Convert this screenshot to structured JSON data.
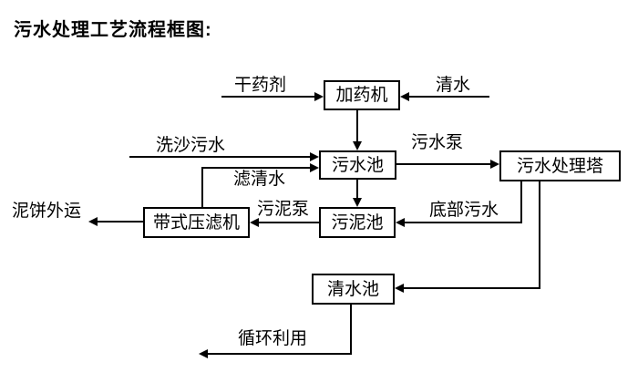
{
  "title": "污水处理工艺流程框图:",
  "colors": {
    "background": "#ffffff",
    "line": "#000000",
    "text": "#000000"
  },
  "diagram": {
    "type": "flowchart",
    "nodes": {
      "dosing_machine": "加药机",
      "sewage_pool": "污水池",
      "treatment_tower": "污水处理塔",
      "sludge_pool": "污泥池",
      "belt_filter_press": "带式压滤机",
      "clean_water_pool": "清水池"
    },
    "labels": {
      "dry_agent": "干药剂",
      "clean_water": "清水",
      "sand_washing_sewage": "洗沙污水",
      "filtered_water": "滤清水",
      "sewage_pump": "污水泵",
      "sludge_pump": "污泥泵",
      "bottom_sewage": "底部污水",
      "mud_cake_out": "泥饼外运",
      "recycling": "循环利用"
    },
    "edges": [
      {
        "from": "干药剂",
        "to": "加药机",
        "label": ""
      },
      {
        "from": "清水",
        "to": "加药机",
        "label": ""
      },
      {
        "from": "加药机",
        "to": "污水池",
        "label": ""
      },
      {
        "from": "洗沙污水",
        "to": "污水池",
        "label": ""
      },
      {
        "from": "带式压滤机",
        "to": "污水池",
        "label": "滤清水"
      },
      {
        "from": "污水池",
        "to": "污水处理塔",
        "label": "污水泵"
      },
      {
        "from": "污水池",
        "to": "污泥池",
        "label": ""
      },
      {
        "from": "污水处理塔",
        "to": "污泥池",
        "label": "底部污水"
      },
      {
        "from": "污水处理塔",
        "to": "清水池",
        "label": ""
      },
      {
        "from": "污泥池",
        "to": "带式压滤机",
        "label": "污泥泵"
      },
      {
        "from": "带式压滤机",
        "to": "泥饼外运",
        "label": ""
      },
      {
        "from": "清水池",
        "to": "循环利用",
        "label": ""
      }
    ]
  }
}
